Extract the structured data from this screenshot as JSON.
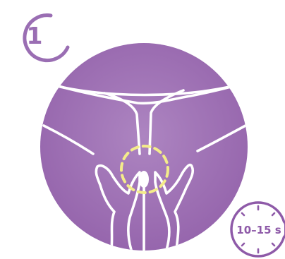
{
  "step": {
    "number": "1"
  },
  "timer": {
    "label": "10–15 s"
  },
  "colors": {
    "purple": "#9b6bb0",
    "purple_light": "#a97cbd",
    "circle_outline": "#9a6eb3",
    "line_white": "#ffffff",
    "highlight_yellow": "#f4ec8a",
    "timer_purple": "#8e5aa8"
  },
  "icons": {
    "step": "step-number-badge-icon",
    "timer": "stopwatch-icon",
    "illustration": "swab-collection-illustration"
  }
}
